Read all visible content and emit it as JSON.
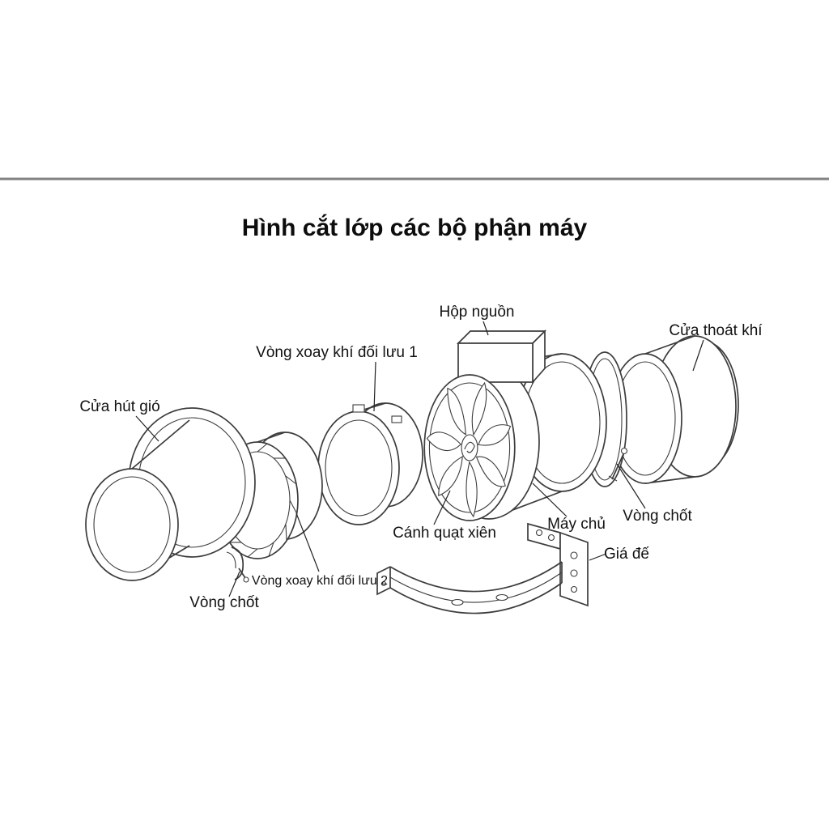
{
  "page": {
    "title": "Hình cắt lớp các bộ phận máy",
    "background": "#ffffff"
  },
  "colors": {
    "ink": "#3c3c3c",
    "text": "#121212",
    "divider": "#828282"
  },
  "diagram": {
    "type": "exploded-parts-diagram",
    "subject": "inline duct fan cross-section of machine parts",
    "labels": {
      "power_box": "Hộp nguồn",
      "air_outlet": "Cửa thoát khí",
      "convection_ring_1": "Vòng xoay khí đối lưu 1",
      "air_intake": "Cửa hút gió",
      "fan_blade": "Cánh quạt xiên",
      "main_unit": "Máy chủ",
      "lock_ring_right": "Vòng chốt",
      "base_bracket": "Giá đế",
      "convection_ring_2": "Vòng xoay khí đối lưu 2",
      "lock_ring_left": "Vòng chốt"
    }
  }
}
